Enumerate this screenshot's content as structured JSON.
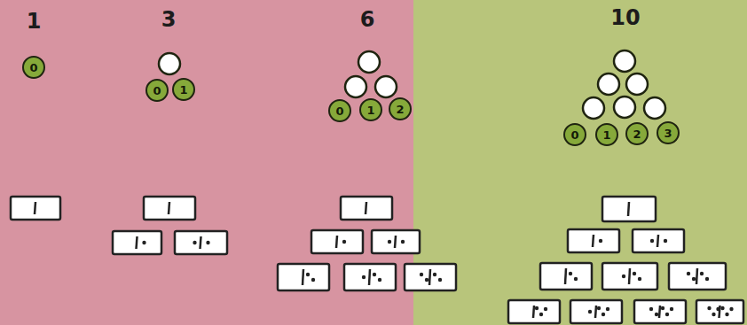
{
  "diagram": {
    "nodes": [
      {
        "text": [
          "0"
        ]
      },
      {
        "text": [
          "0"
        ]
      },
      {
        "text": [
          "1"
        ]
      },
      {
        "text": [
          "0"
        ]
      },
      {
        "text": [
          "1"
        ]
      },
      {
        "text": [
          "2"
        ]
      },
      {
        "text": [
          "0"
        ]
      },
      {
        "text": [
          "1"
        ]
      },
      {
        "text": [
          "2"
        ]
      },
      {
        "text": [
          "3"
        ]
      }
    ],
    "labels": [
      "1",
      "3",
      "6",
      "10"
    ]
  }
}
